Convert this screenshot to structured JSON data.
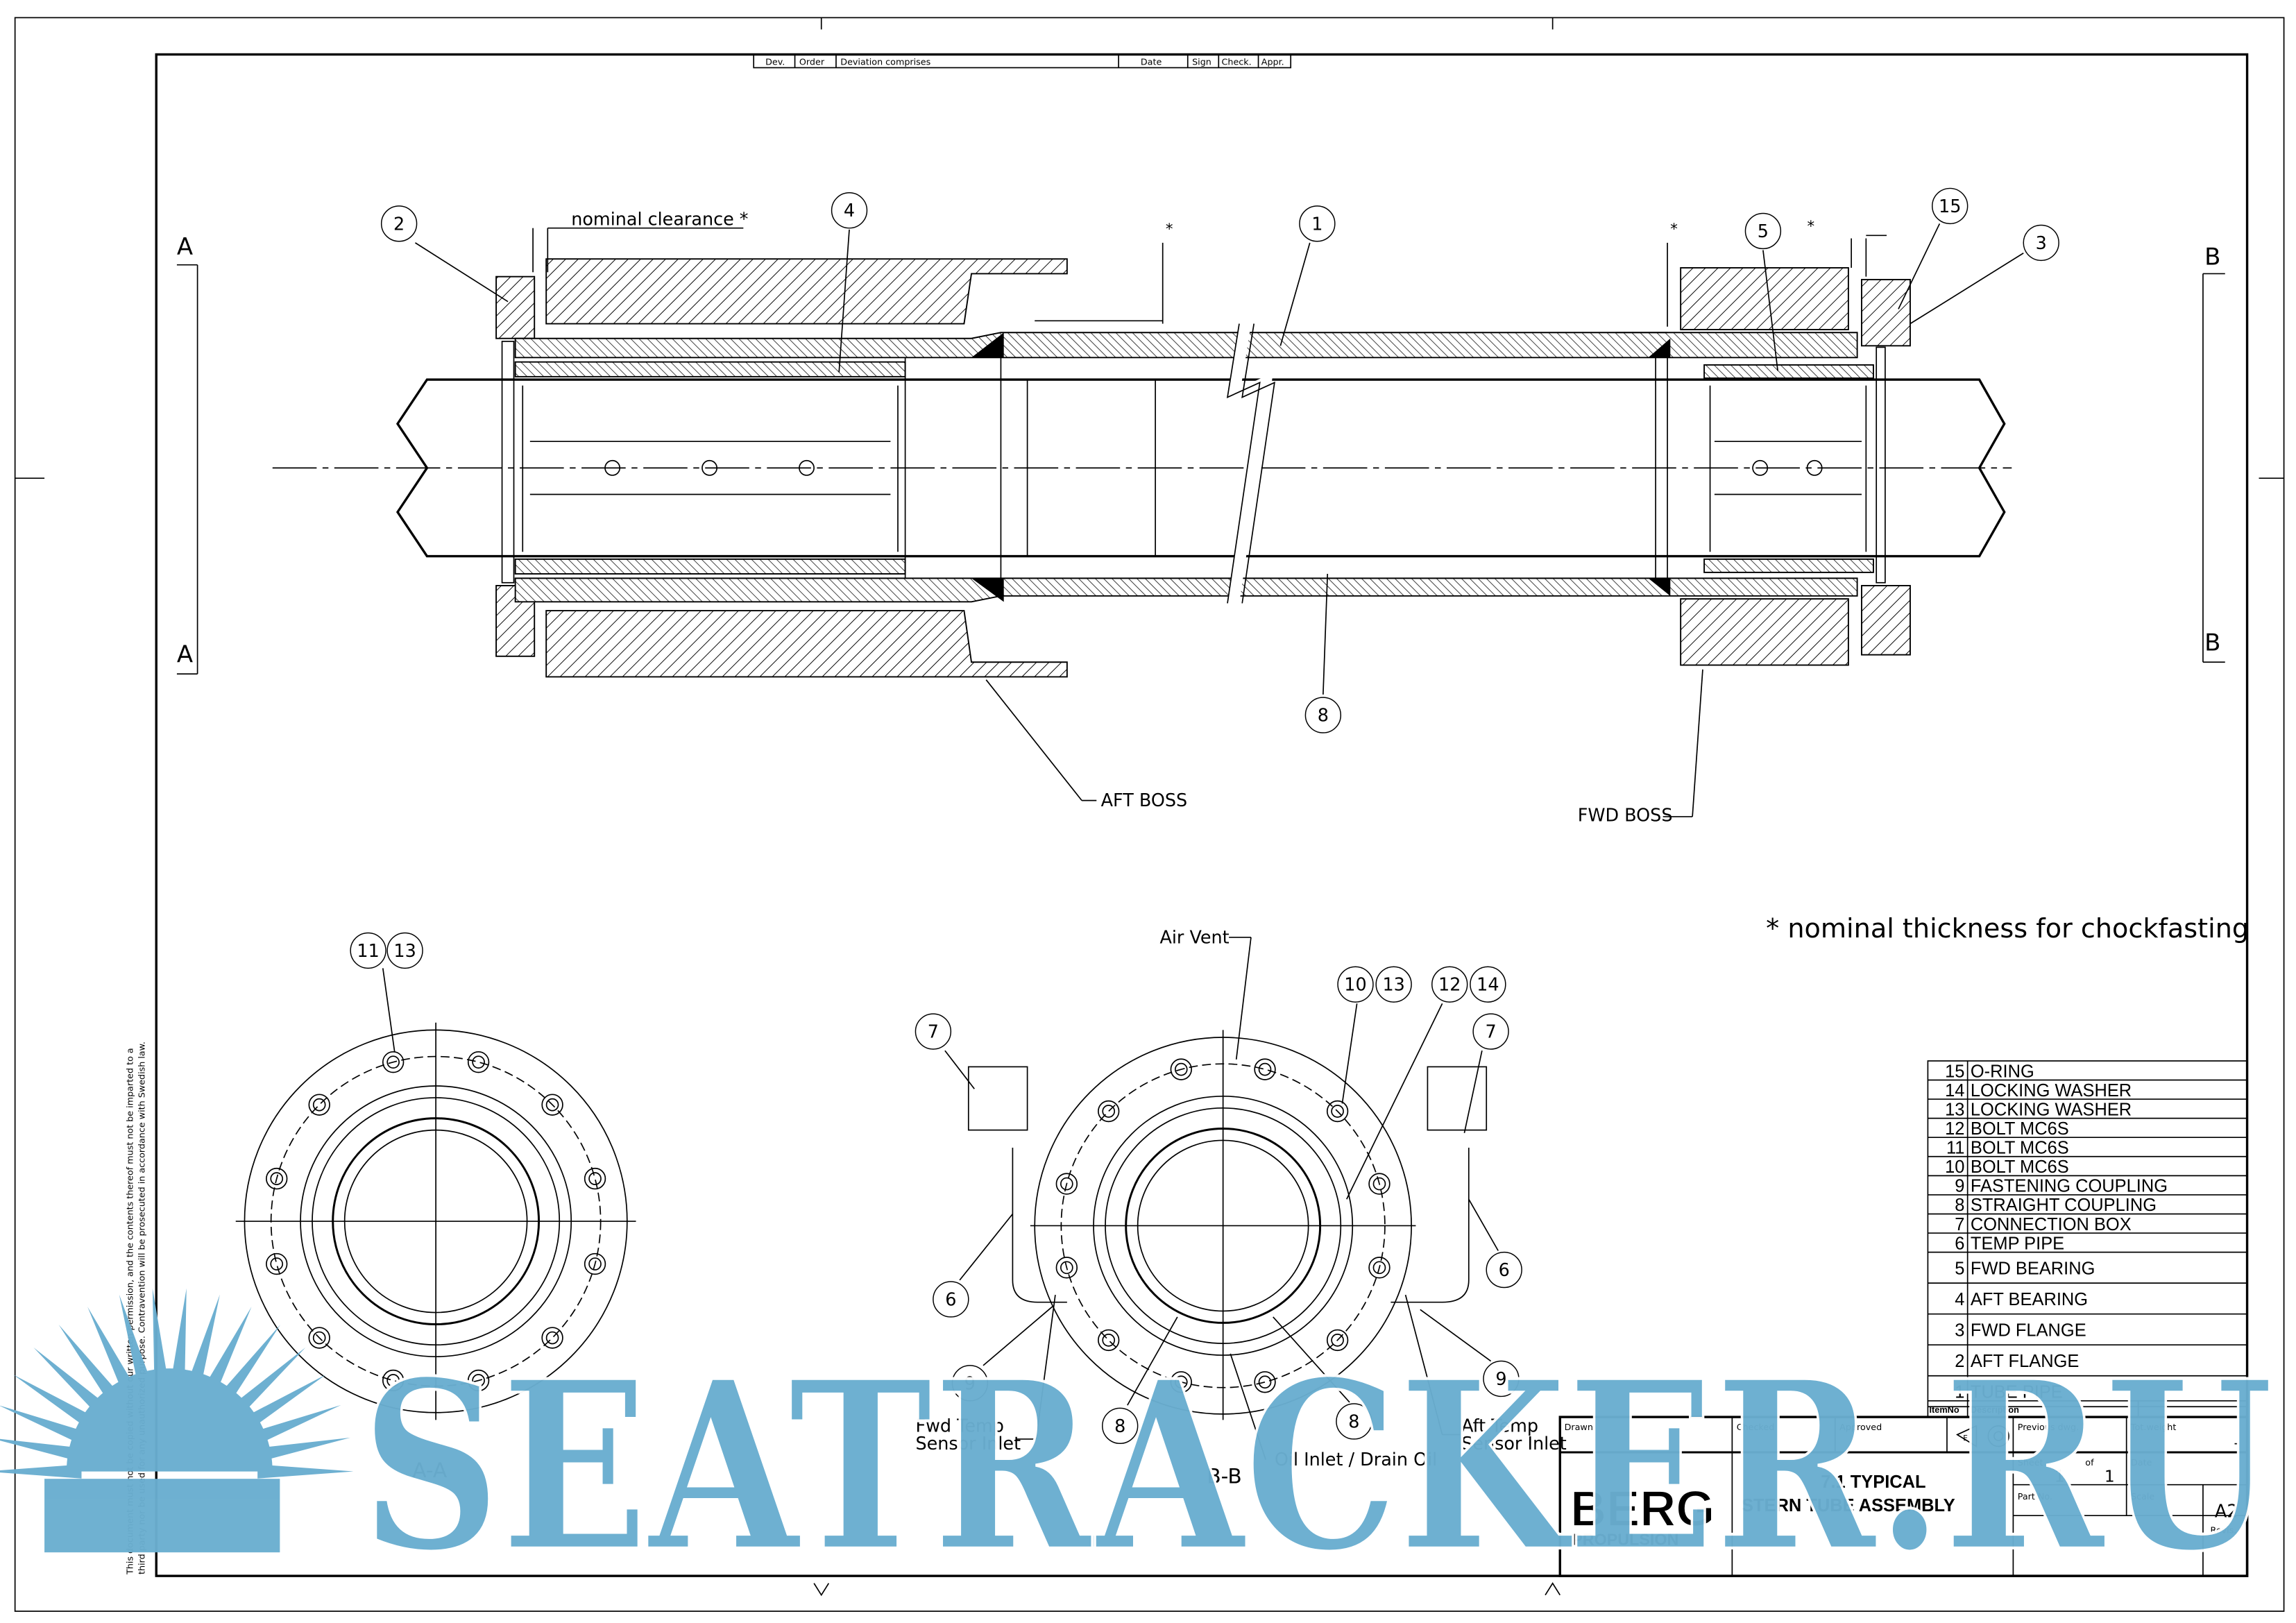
{
  "revision_table": {
    "dev": "Dev.",
    "order": "Order",
    "deviation": "Deviation comprises",
    "date": "Date",
    "sign": "Sign",
    "check": "Check.",
    "appr": "Appr."
  },
  "section_markers": {
    "a": "A",
    "b": "B"
  },
  "annotations": {
    "nominal_clearance": "nominal clearance *",
    "asterisk": "*",
    "aft_boss": "AFT BOSS",
    "fwd_boss": "FWD BOSS",
    "chockfast_note": "* nominal thickness for chockfasting",
    "air_vent": "Air Vent",
    "fwd_temp_1": "Fwd Temp",
    "fwd_temp_2": "Sensor Inlet",
    "aft_temp_1": "Aft Temp",
    "aft_temp_2": "Sensor Inlet",
    "oil_inlet": "Oil Inlet / Drain Oil",
    "view_aa": "A-A",
    "view_bb": "B-B"
  },
  "balloons": [
    "2",
    "4",
    "1",
    "5",
    "15",
    "3",
    "8",
    "11",
    "13",
    "10",
    "13",
    "12",
    "14",
    "7",
    "7",
    "6",
    "6",
    "9",
    "9",
    "8",
    "8"
  ],
  "parts_list": {
    "items": [
      {
        "no": "15",
        "desc": "O-RING"
      },
      {
        "no": "14",
        "desc": "LOCKING WASHER"
      },
      {
        "no": "13",
        "desc": "LOCKING WASHER"
      },
      {
        "no": "12",
        "desc": "BOLT MC6S"
      },
      {
        "no": "11",
        "desc": "BOLT MC6S"
      },
      {
        "no": "10",
        "desc": "BOLT MC6S"
      },
      {
        "no": "9",
        "desc": "FASTENING COUPLING"
      },
      {
        "no": "8",
        "desc": "STRAIGHT COUPLING"
      },
      {
        "no": "7",
        "desc": "CONNECTION BOX"
      },
      {
        "no": "6",
        "desc": "TEMP PIPE"
      },
      {
        "no": "5",
        "desc": "FWD BEARING"
      },
      {
        "no": "4",
        "desc": "AFT BEARING"
      },
      {
        "no": "3",
        "desc": "FWD FLANGE"
      },
      {
        "no": "2",
        "desc": "AFT FLANGE"
      },
      {
        "no": "1",
        "desc": "TUBE PIPE"
      }
    ],
    "header_no": "ItemNo",
    "header_desc": "Description"
  },
  "title_block": {
    "drawn": "Drawn",
    "checked": "Checked",
    "approved": "Approved",
    "projection_symbol": "E",
    "previous_dwg": "Previous dwg.",
    "tot_weight": "Tot.weight",
    "tot_weight_value": "-",
    "sheet": "Sheet",
    "of": "of",
    "sheet_no": "1",
    "sheet_total": "1",
    "date": "Date",
    "part_no": "Part No.",
    "scale": "Scale",
    "format": "A2",
    "revis": "Revis.",
    "title_1": "7.1 TYPICAL",
    "title_2": "STERN TUBE ASSEMBLY",
    "logo_1": "BERG",
    "logo_2": "PROPULSION"
  },
  "disclaimer": {
    "line1": "This document must not be copied without our written permission, and the contents thereof must not be imparted to a",
    "line2": "third party nor be used for any unauthorized purpose. Contravention will be prosecuted in accordance with Swedish law."
  },
  "watermark": "SEATRACKER.RU",
  "colors": {
    "watermark": "#6aaed0",
    "line": "#000000",
    "paper": "#ffffff"
  }
}
